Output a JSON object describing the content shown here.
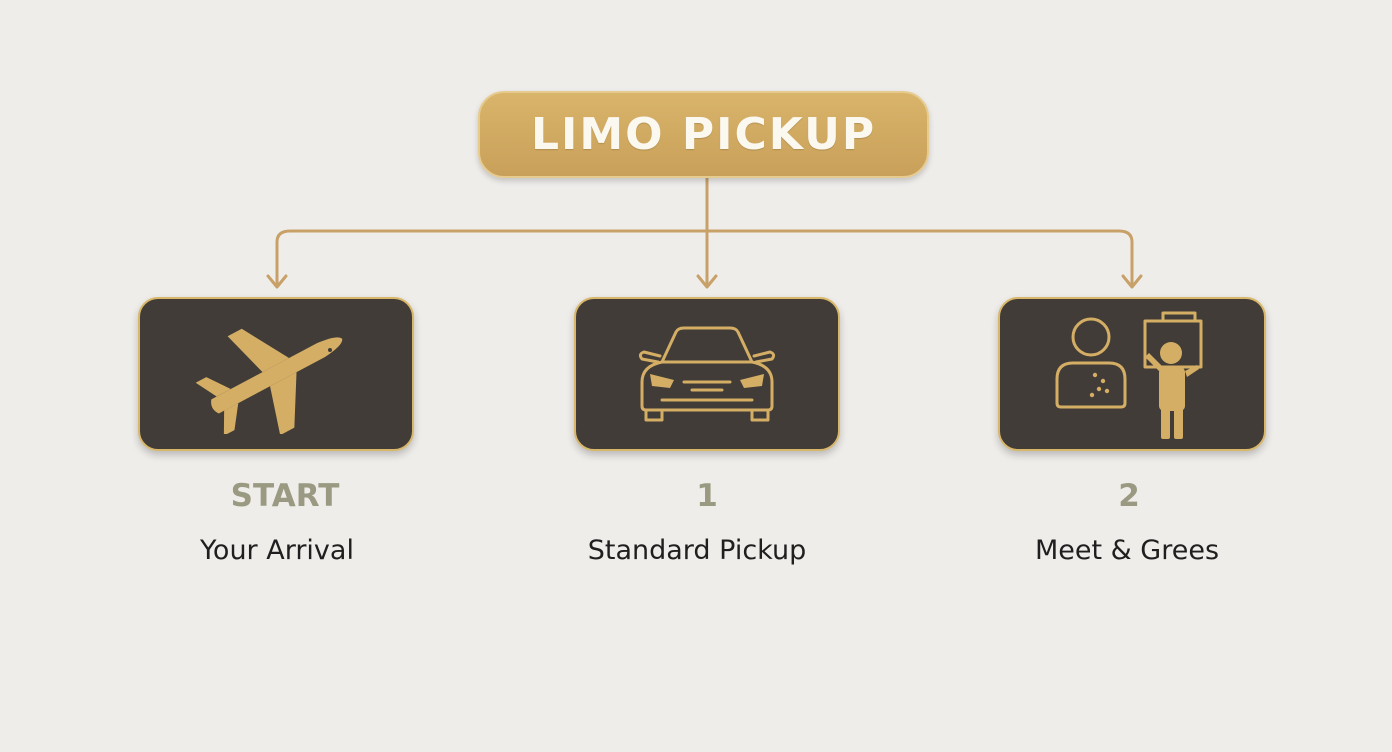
{
  "diagram": {
    "title": "LIMO PICKUP",
    "steps": [
      {
        "number": "START",
        "label": "Your Arrival",
        "icon": "airplane-icon"
      },
      {
        "number": "1",
        "label": "Standard Pickup",
        "icon": "car-icon"
      },
      {
        "number": "2",
        "label": "Meet & Grees",
        "icon": "meet-and-greet-icon"
      }
    ]
  },
  "colors": {
    "gold": "#d4ae65",
    "card_background": "#413c37",
    "connector": "#c8a169",
    "step_number": "#9a9a82",
    "label_text": "#1f1f1f",
    "background": "#efedea"
  }
}
